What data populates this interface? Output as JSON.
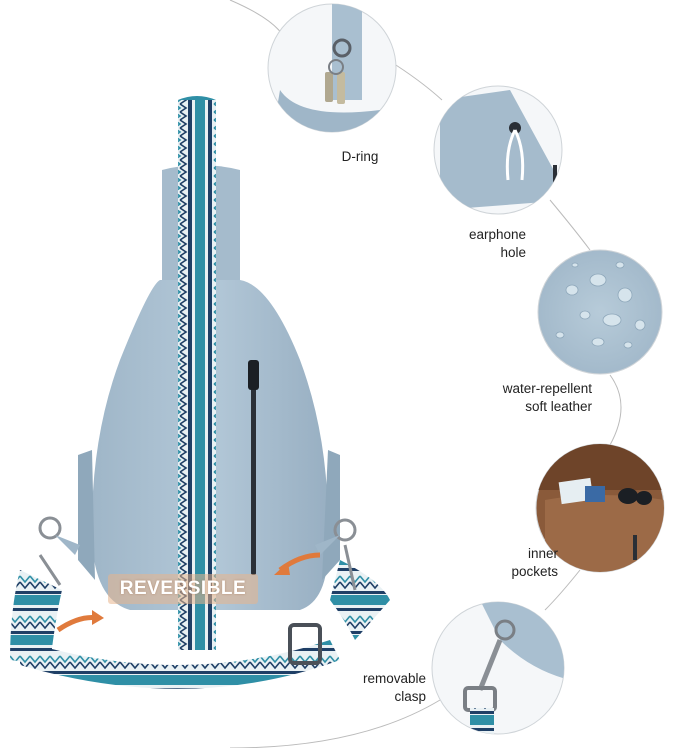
{
  "badge": {
    "text": "REVERSIBLE"
  },
  "callouts": [
    {
      "id": "d-ring",
      "lines": [
        "D-ring"
      ]
    },
    {
      "id": "earphone",
      "lines": [
        "earphone",
        "hole"
      ]
    },
    {
      "id": "water",
      "lines": [
        "water-repellent",
        "soft leather"
      ]
    },
    {
      "id": "inner",
      "lines": [
        "inner",
        "pockets"
      ]
    },
    {
      "id": "clasp",
      "lines": [
        "removable",
        "clasp"
      ]
    }
  ],
  "colors": {
    "bag_blue": "#a9bfd0",
    "bag_shadow": "#8ea7ba",
    "strap_navy": "#1f3f66",
    "strap_teal": "#2f8fa6",
    "strap_white": "#e9f1f4",
    "leather_brown": "#8a5a3a",
    "badge_orange": "#e8b48c",
    "arrow_orange": "#e07a3c"
  }
}
